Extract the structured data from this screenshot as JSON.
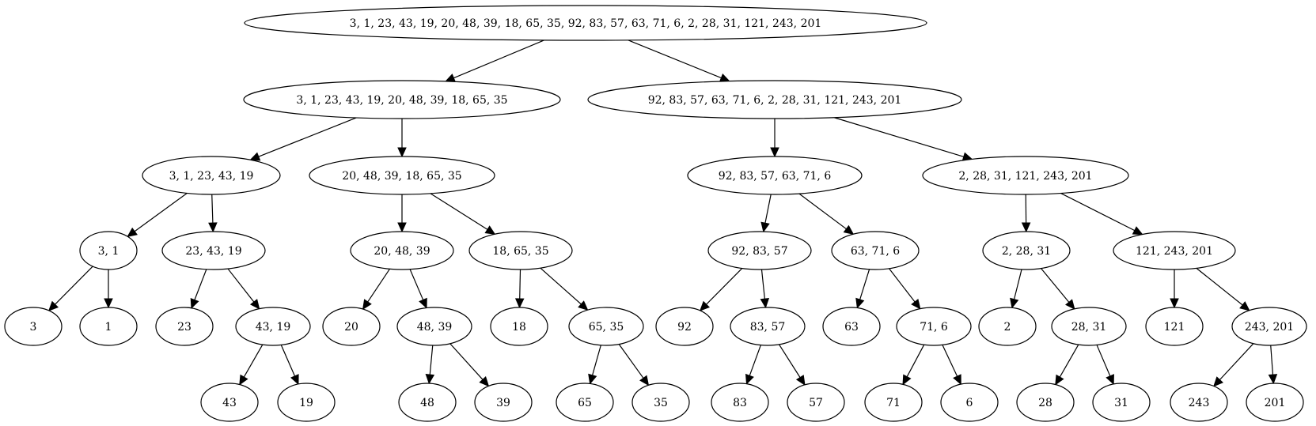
{
  "diagram": {
    "type": "tree",
    "nodes": [
      {
        "id": "n0",
        "label": "3, 1, 23, 43, 19, 20, 48, 39, 18, 65, 35, 92, 83, 57, 63, 71, 6, 2, 28, 31, 121, 243, 201"
      },
      {
        "id": "n1",
        "label": "3, 1, 23, 43, 19, 20, 48, 39, 18, 65, 35"
      },
      {
        "id": "n2",
        "label": "92, 83, 57, 63, 71, 6, 2, 28, 31, 121, 243, 201"
      },
      {
        "id": "n3",
        "label": "3, 1, 23, 43, 19"
      },
      {
        "id": "n4",
        "label": "20, 48, 39, 18, 65, 35"
      },
      {
        "id": "n5",
        "label": "92, 83, 57, 63, 71, 6"
      },
      {
        "id": "n6",
        "label": "2, 28, 31, 121, 243, 201"
      },
      {
        "id": "n7",
        "label": "3, 1"
      },
      {
        "id": "n8",
        "label": "23, 43, 19"
      },
      {
        "id": "n9",
        "label": "20, 48, 39"
      },
      {
        "id": "n10",
        "label": "18, 65, 35"
      },
      {
        "id": "n11",
        "label": "92, 83, 57"
      },
      {
        "id": "n12",
        "label": "63, 71, 6"
      },
      {
        "id": "n13",
        "label": "2, 28, 31"
      },
      {
        "id": "n14",
        "label": "121, 243, 201"
      },
      {
        "id": "n15",
        "label": "3"
      },
      {
        "id": "n16",
        "label": "1"
      },
      {
        "id": "n17",
        "label": "23"
      },
      {
        "id": "n18",
        "label": "43, 19"
      },
      {
        "id": "n19",
        "label": "20"
      },
      {
        "id": "n20",
        "label": "48, 39"
      },
      {
        "id": "n21",
        "label": "18"
      },
      {
        "id": "n22",
        "label": "65, 35"
      },
      {
        "id": "n23",
        "label": "92"
      },
      {
        "id": "n24",
        "label": "83, 57"
      },
      {
        "id": "n25",
        "label": "63"
      },
      {
        "id": "n26",
        "label": "71, 6"
      },
      {
        "id": "n27",
        "label": "2"
      },
      {
        "id": "n28",
        "label": "28, 31"
      },
      {
        "id": "n29",
        "label": "121"
      },
      {
        "id": "n30",
        "label": "243, 201"
      },
      {
        "id": "n31",
        "label": "43"
      },
      {
        "id": "n32",
        "label": "19"
      },
      {
        "id": "n33",
        "label": "48"
      },
      {
        "id": "n34",
        "label": "39"
      },
      {
        "id": "n35",
        "label": "65"
      },
      {
        "id": "n36",
        "label": "35"
      },
      {
        "id": "n37",
        "label": "83"
      },
      {
        "id": "n38",
        "label": "57"
      },
      {
        "id": "n39",
        "label": "71"
      },
      {
        "id": "n40",
        "label": "6"
      },
      {
        "id": "n41",
        "label": "28"
      },
      {
        "id": "n42",
        "label": "31"
      },
      {
        "id": "n43",
        "label": "243"
      },
      {
        "id": "n44",
        "label": "201"
      }
    ],
    "edges": [
      [
        "n0",
        "n1"
      ],
      [
        "n0",
        "n2"
      ],
      [
        "n1",
        "n3"
      ],
      [
        "n1",
        "n4"
      ],
      [
        "n2",
        "n5"
      ],
      [
        "n2",
        "n6"
      ],
      [
        "n3",
        "n7"
      ],
      [
        "n3",
        "n8"
      ],
      [
        "n4",
        "n9"
      ],
      [
        "n4",
        "n10"
      ],
      [
        "n5",
        "n11"
      ],
      [
        "n5",
        "n12"
      ],
      [
        "n6",
        "n13"
      ],
      [
        "n6",
        "n14"
      ],
      [
        "n7",
        "n15"
      ],
      [
        "n7",
        "n16"
      ],
      [
        "n8",
        "n17"
      ],
      [
        "n8",
        "n18"
      ],
      [
        "n9",
        "n19"
      ],
      [
        "n9",
        "n20"
      ],
      [
        "n10",
        "n21"
      ],
      [
        "n10",
        "n22"
      ],
      [
        "n11",
        "n23"
      ],
      [
        "n11",
        "n24"
      ],
      [
        "n12",
        "n25"
      ],
      [
        "n12",
        "n26"
      ],
      [
        "n13",
        "n27"
      ],
      [
        "n13",
        "n28"
      ],
      [
        "n14",
        "n29"
      ],
      [
        "n14",
        "n30"
      ],
      [
        "n18",
        "n31"
      ],
      [
        "n18",
        "n32"
      ],
      [
        "n20",
        "n33"
      ],
      [
        "n20",
        "n34"
      ],
      [
        "n22",
        "n35"
      ],
      [
        "n22",
        "n36"
      ],
      [
        "n24",
        "n37"
      ],
      [
        "n24",
        "n38"
      ],
      [
        "n26",
        "n39"
      ],
      [
        "n26",
        "n40"
      ],
      [
        "n28",
        "n41"
      ],
      [
        "n28",
        "n42"
      ],
      [
        "n30",
        "n43"
      ],
      [
        "n30",
        "n44"
      ]
    ]
  }
}
